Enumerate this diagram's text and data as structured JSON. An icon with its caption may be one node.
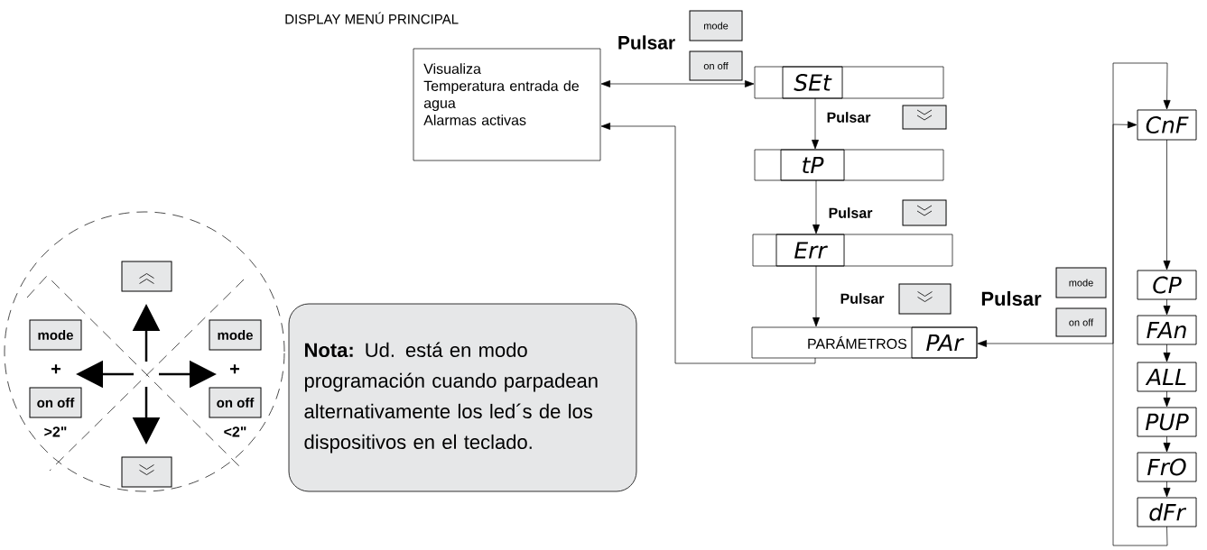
{
  "diagram": {
    "nodes": [
      {
        "text": [
          "Visualiza",
          "Temperatura entrada de agua",
          "Alarmas activas"
        ]
      },
      {
        "text": [
          "SEt"
        ]
      },
      {
        "text": [
          "tP"
        ]
      },
      {
        "text": [
          "Err"
        ]
      },
      {
        "text": [
          "PARÁMETROS",
          "PAr"
        ]
      },
      {
        "text": [
          "CnF"
        ]
      },
      {
        "text": [
          "CP"
        ]
      },
      {
        "text": [
          "FAn"
        ]
      },
      {
        "text": [
          "ALL"
        ]
      },
      {
        "text": [
          "PUP"
        ]
      },
      {
        "text": [
          "FrO"
        ]
      },
      {
        "text": [
          "dFr"
        ]
      },
      {
        "text": [
          "mode"
        ]
      },
      {
        "text": [
          "on off"
        ]
      },
      {
        "text": [],
        "shape": "box"
      },
      {
        "text": [],
        "shape": "box"
      },
      {
        "text": [],
        "shape": "box"
      },
      {
        "text": [
          "mode"
        ]
      },
      {
        "text": [
          "on off"
        ]
      },
      {
        "text": [],
        "shape": "circle"
      },
      {
        "text": [],
        "shape": "box",
        "in": 19
      },
      {
        "text": [
          "mode"
        ],
        "in": 19
      },
      {
        "text": [
          "on off"
        ],
        "in": 19,
        "beside": [
          ">2\""
        ]
      },
      {
        "text": [
          "mode"
        ],
        "in": 19
      },
      {
        "text": [
          "on off"
        ],
        "in": 19,
        "beside": [
          "<2\""
        ]
      },
      {
        "text": [],
        "shape": "box",
        "in": 19
      },
      {
        "text": [
          "**Nota:** Ud. está en modo programación cuando parpadean alternativamente los led´s de los dispositivos en el teclado."
        ]
      }
    ],
    "edges": [
      {
        "from": 0,
        "to": 1,
        "arrow": "both"
      },
      {
        "from": 1,
        "to": 2,
        "arrow": "to"
      },
      {
        "from": 2,
        "to": 3,
        "arrow": "to"
      },
      {
        "from": 3,
        "to": 4,
        "arrow": "to"
      },
      {
        "from": 4,
        "to": 0,
        "arrow": "to"
      },
      {
        "from": 4,
        "to": 5,
        "arrow": "both"
      },
      {
        "from": 11,
        "to": 5,
        "arrow": "to"
      },
      {
        "from": 5,
        "to": 6,
        "arrow": "to"
      },
      {
        "from": 6,
        "to": 7,
        "arrow": "to"
      },
      {
        "from": 7,
        "to": 8,
        "arrow": "to"
      },
      {
        "from": 8,
        "to": 9,
        "arrow": "to"
      },
      {
        "from": 9,
        "to": 10,
        "arrow": "to"
      },
      {
        "from": 10,
        "to": 11,
        "arrow": "to"
      }
    ],
    "labels": [
      "DISPLAY MENÚ PRINCIPAL",
      "Pulsar",
      "Pulsar",
      "Pulsar",
      "Pulsar",
      "Pulsar",
      "+",
      "+"
    ]
  }
}
